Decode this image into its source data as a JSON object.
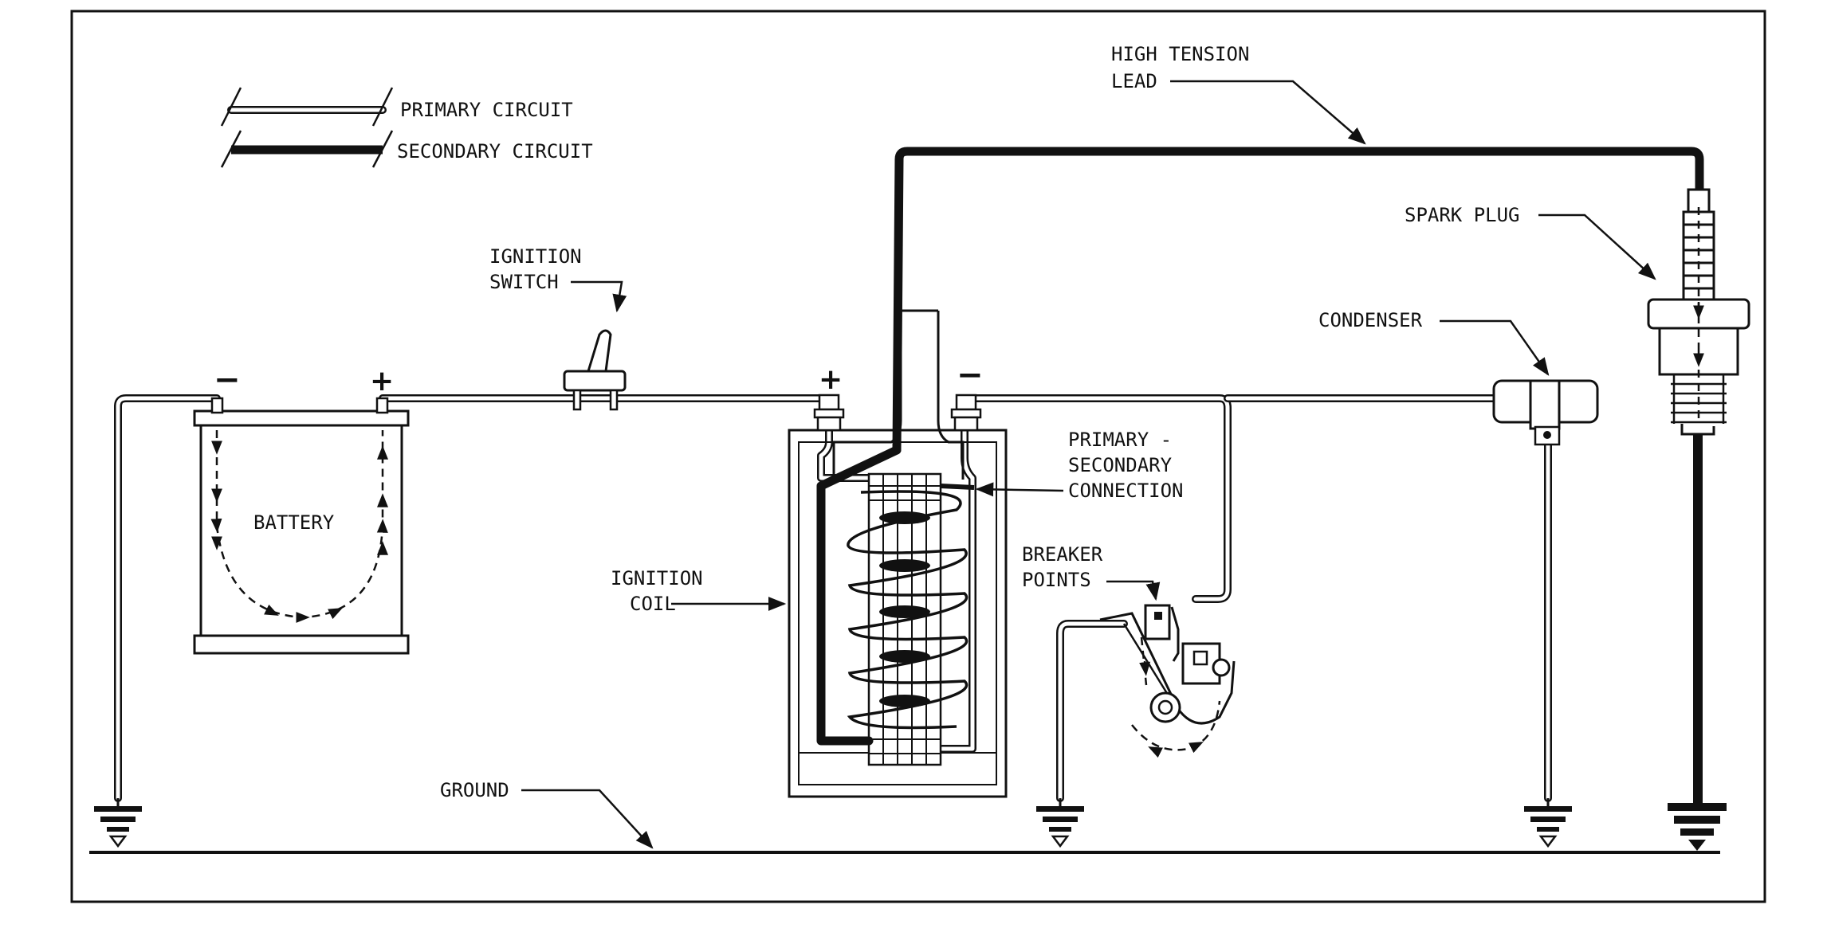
{
  "legend": {
    "primary": "PRIMARY CIRCUIT",
    "secondary": "SECONDARY CIRCUIT"
  },
  "labels": {
    "high_tension_1": "HIGH TENSION",
    "high_tension_2": "LEAD",
    "spark_plug": "SPARK PLUG",
    "condenser": "CONDENSER",
    "ignition_switch_1": "IGNITION",
    "ignition_switch_2": "SWITCH",
    "primary_secondary_1": "PRIMARY -",
    "primary_secondary_2": "SECONDARY",
    "primary_secondary_3": "CONNECTION",
    "breaker_1": "BREAKER",
    "breaker_2": "POINTS",
    "battery": "BATTERY",
    "coil_1": "IGNITION",
    "coil_2": "COIL",
    "ground": "GROUND"
  },
  "terminals": {
    "battery_neg": "−",
    "battery_pos": "+",
    "coil_pos": "+",
    "coil_neg": "−"
  }
}
